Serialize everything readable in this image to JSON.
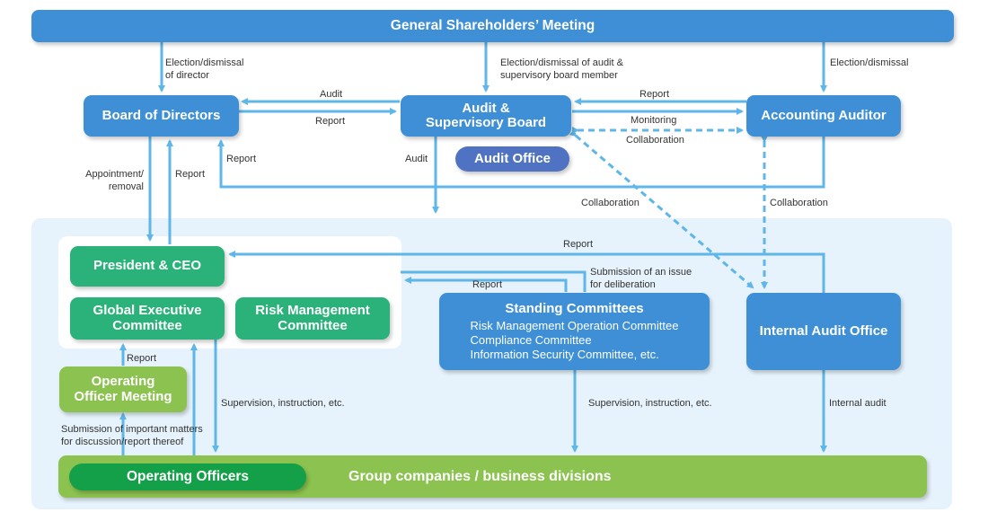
{
  "colors": {
    "accent_blue": "#3e8fd6",
    "arrow_blue": "#5fb6e8",
    "panel_bg": "#e6f3fc",
    "executive_green": "#2bb27a",
    "group_green": "#8cc24f",
    "officers_green": "#14a049",
    "audit_office_navy": "#4f73c2"
  },
  "nodes": {
    "shareholders": "General Shareholders’ Meeting",
    "board": "Board of Directors",
    "audit_board": {
      "line1": "Audit &",
      "line2": "Supervisory Board"
    },
    "accounting_auditor": "Accounting Auditor",
    "audit_office": "Audit Office",
    "president": "President & CEO",
    "global_exec": {
      "line1": "Global Executive",
      "line2": "Committee"
    },
    "risk_mgmt": {
      "line1": "Risk Management",
      "line2": "Committee"
    },
    "standing": {
      "title": "Standing Committees",
      "items": [
        "Risk Management Operation Committee",
        "Compliance Committee",
        "Information Security Committee, etc."
      ]
    },
    "internal_audit": "Internal Audit Office",
    "operating_meeting": {
      "line1": "Operating",
      "line2": "Officer Meeting"
    },
    "group": "Group companies / business divisions",
    "operating_officers": "Operating Officers"
  },
  "edge_labels": {
    "election_director": {
      "line1": "Election/dismissal",
      "line2": "of director"
    },
    "election_audit": {
      "line1": "Election/dismissal of audit &",
      "line2": "supervisory board member"
    },
    "election_auditor": "Election/dismissal",
    "audit_top": "Audit",
    "report_mid": "Report",
    "report_right": "Report",
    "monitoring": "Monitoring",
    "collaboration_ab": "Collaboration",
    "report_board_loop": "Report",
    "audit_down": "Audit",
    "appointment": {
      "line1": "Appointment/",
      "line2": "removal"
    },
    "report_president": "Report",
    "collaboration_diag": "Collaboration",
    "collaboration_vert": "Collaboration",
    "report_internal": "Report",
    "submission_issue": {
      "line1": "Submission of an issue",
      "line2": "for deliberation"
    },
    "report_standing": "Report",
    "report_meeting": "Report",
    "supervision_left": "Supervision, instruction, etc.",
    "supervision_right": "Supervision, instruction, etc.",
    "internal_audit_label": "Internal audit",
    "submission_important": {
      "line1": "Submission of important matters",
      "line2": "for discussion/report thereof"
    }
  }
}
